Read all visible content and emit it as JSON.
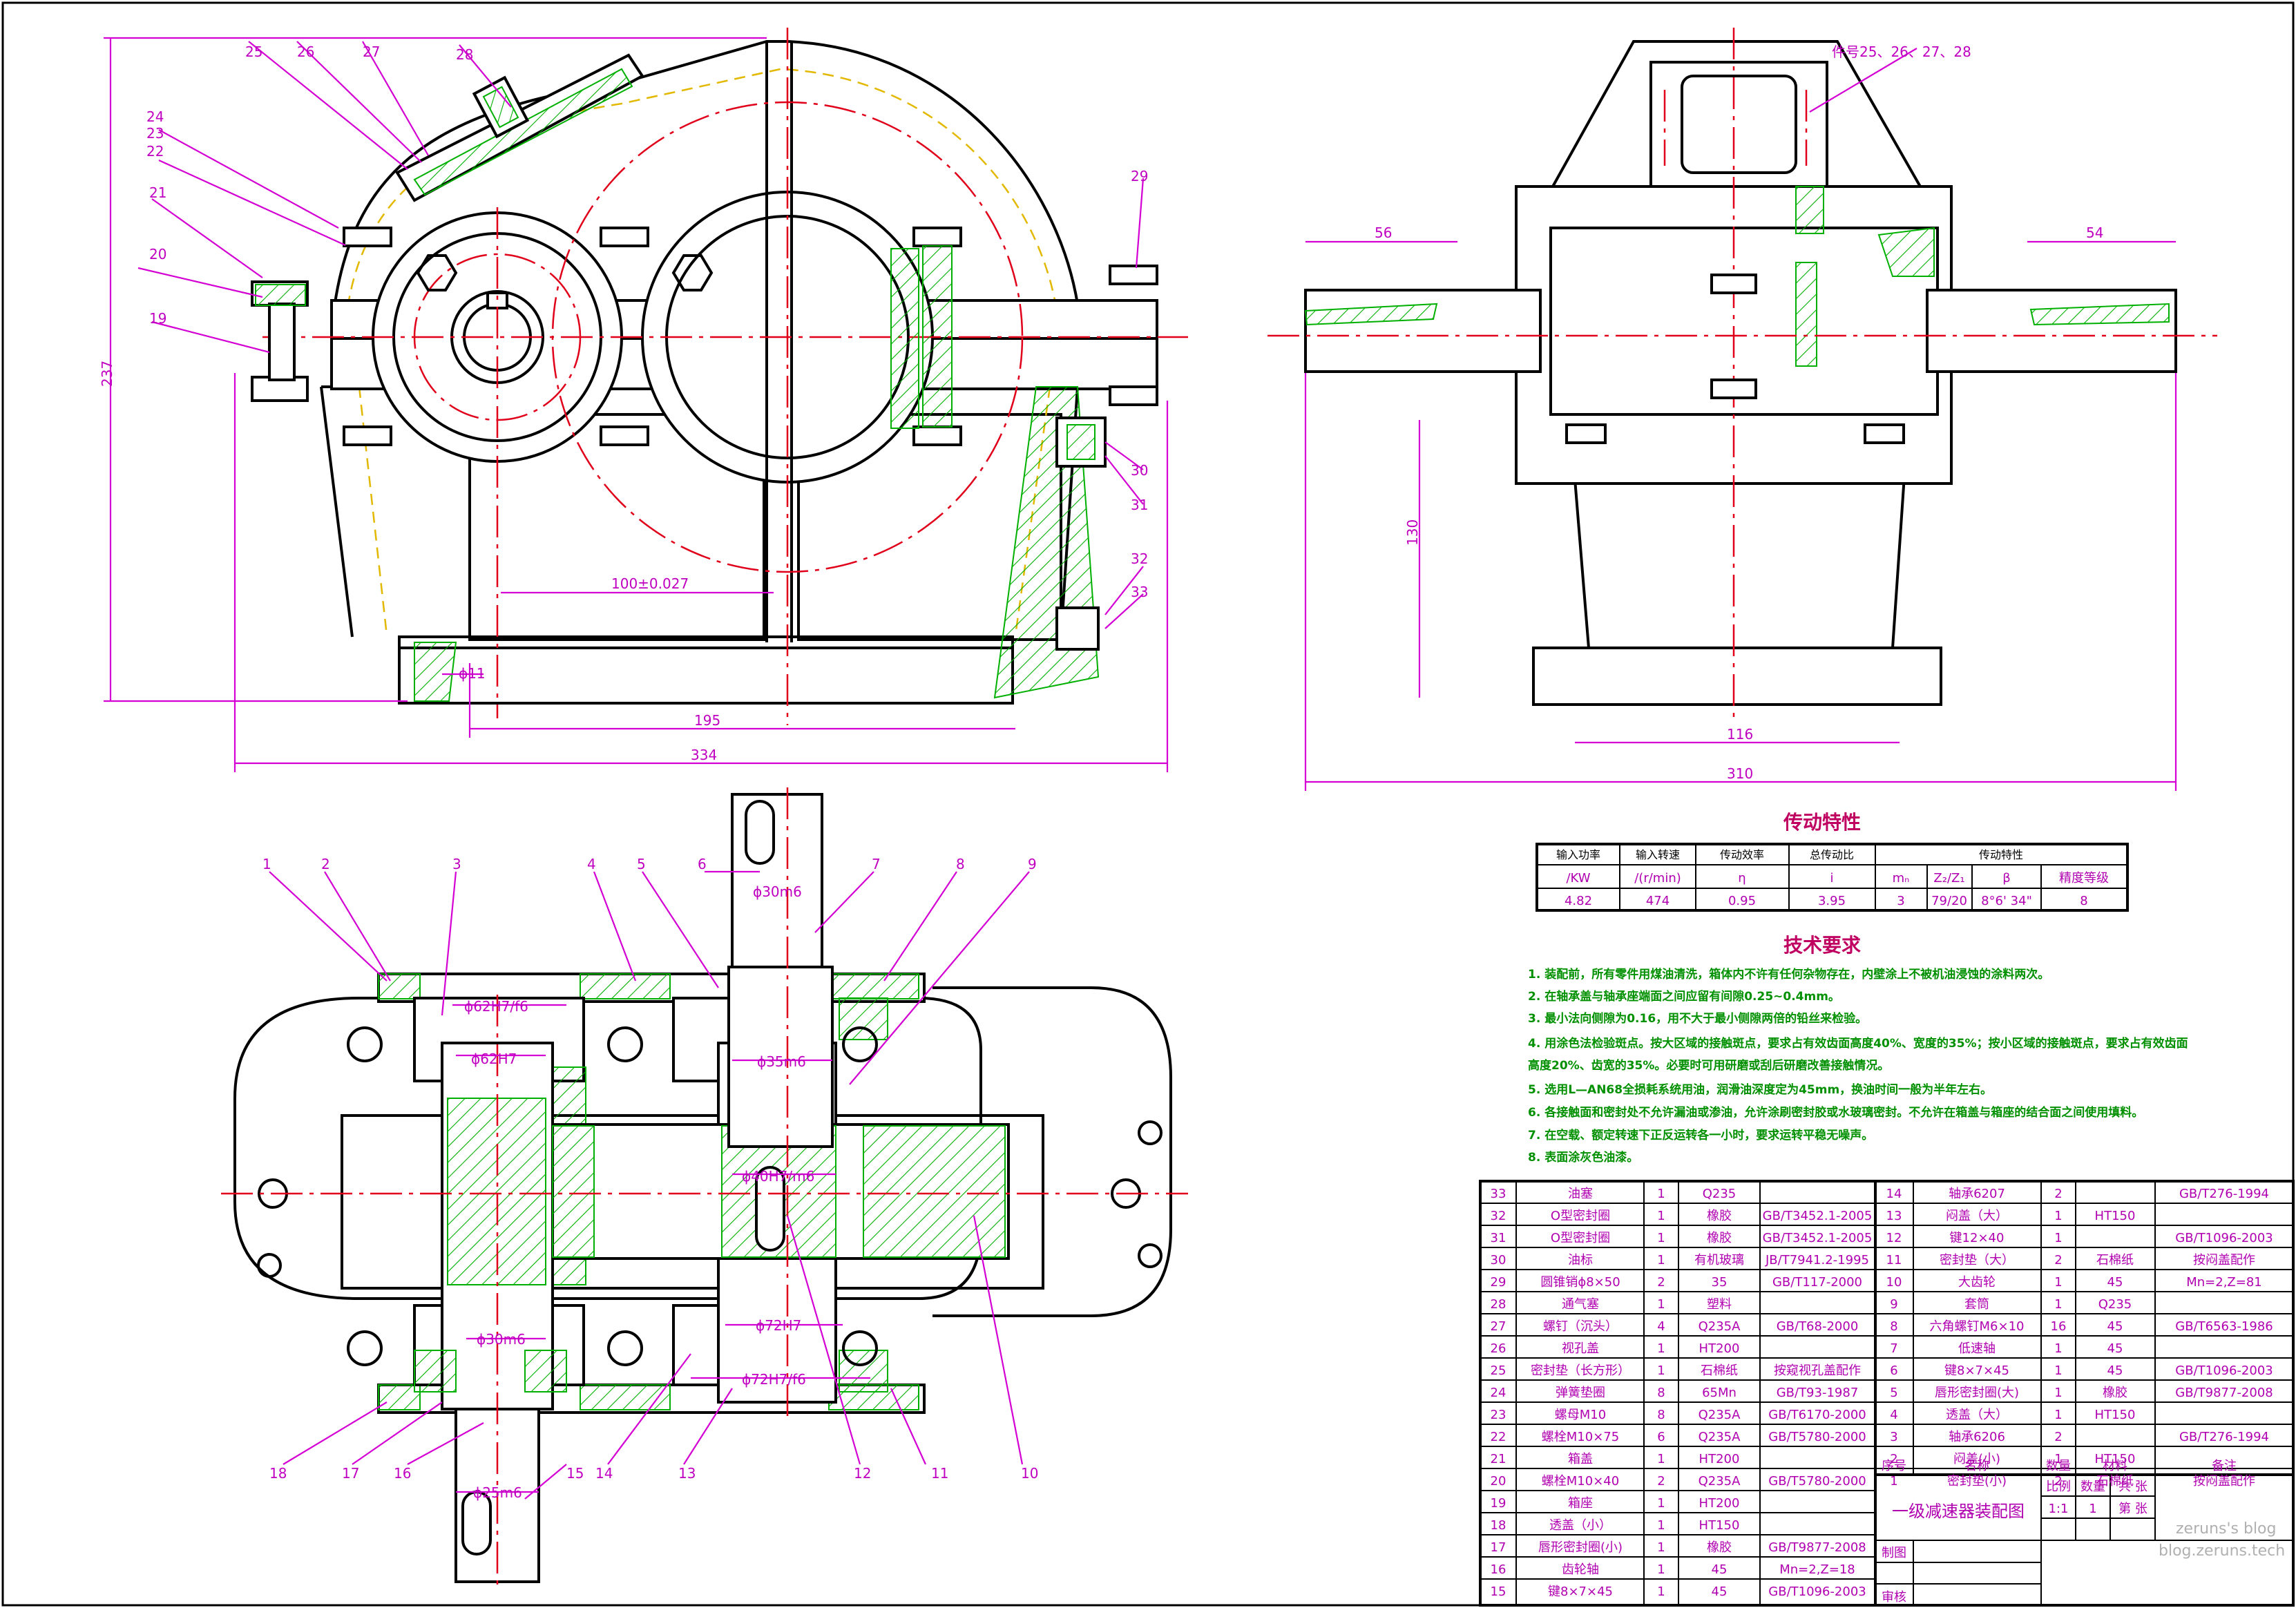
{
  "dims_front": {
    "height": "237",
    "center_dist": "100±0.027",
    "hole": "ϕ11",
    "base": "195",
    "overall": "334"
  },
  "dims_side": {
    "left_ext": "56",
    "right_ext": "54",
    "height": "130",
    "foot": "116",
    "overall": "310"
  },
  "front_leaders": [
    "25",
    "26",
    "27",
    "28",
    "24",
    "23",
    "22",
    "21",
    "20",
    "19",
    "29",
    "30",
    "31",
    "32",
    "33"
  ],
  "side_leader": "件号25、26、27、28",
  "plan_leaders_top": [
    "1",
    "2",
    "3",
    "4",
    "5",
    "6",
    "7",
    "8",
    "9"
  ],
  "plan_leaders_bottom": [
    "18",
    "17",
    "16",
    "15",
    "14",
    "13",
    "12",
    "11",
    "10"
  ],
  "plan_fits": [
    "ϕ62H7/f6",
    "ϕ62H7",
    "ϕ30m6",
    "ϕ35m6",
    "ϕ40H7/m6",
    "ϕ30m6",
    "ϕ72H7",
    "ϕ72H7/f6",
    "ϕ25m6"
  ],
  "char": {
    "title": "传动特性",
    "headers": [
      "输入功率",
      "输入转速",
      "传动效率",
      "总传动比",
      "传动特性"
    ],
    "units": [
      "/KW",
      "/(r/min)",
      "η",
      "i",
      "mₙ",
      "Z₂/Z₁",
      "β",
      "精度等级"
    ],
    "values": [
      "4.82",
      "474",
      "0.95",
      "3.95",
      "3",
      "79/20",
      "8°6' 34\"",
      "8"
    ]
  },
  "tech": {
    "title": "技术要求",
    "items": [
      "1. 装配前，所有零件用煤油清洗，箱体内不许有任何杂物存在，内壁涂上不被机油浸蚀的涂料两次。",
      "2. 在轴承盖与轴承座端面之间应留有间隙0.25~0.4mm。",
      "3. 最小法向侧隙为0.16，用不大于最小侧隙两倍的铅丝来检验。",
      "4. 用涂色法检验斑点。按大区域的接触斑点，要求占有效齿面高度40%、宽度的35%；按小区域的接触斑点，要求占有效齿面",
      "高度20%、齿宽的35%。必要时可用研磨或刮后研磨改善接触情况。",
      "5. 选用L—AN68全损耗系统用油，润滑油深度定为45mm，换油时间一般为半年左右。",
      "6. 各接触面和密封处不允许漏油或渗油，允许涂刷密封胶或水玻璃密封。不允许在箱盖与箱座的结合面之间使用填料。",
      "7. 在空载、额定转速下正反运转各一小时，要求运转平稳无噪声。",
      "8. 表面涂灰色油漆。"
    ]
  },
  "bom_left": [
    [
      "33",
      "油塞",
      "1",
      "Q235",
      ""
    ],
    [
      "32",
      "O型密封圈",
      "1",
      "橡胶",
      "GB/T3452.1-2005"
    ],
    [
      "31",
      "O型密封圈",
      "1",
      "橡胶",
      "GB/T3452.1-2005"
    ],
    [
      "30",
      "油标",
      "1",
      "有机玻璃",
      "JB/T7941.2-1995"
    ],
    [
      "29",
      "圆锥销ϕ8×50",
      "2",
      "35",
      "GB/T117-2000"
    ],
    [
      "28",
      "通气塞",
      "1",
      "塑料",
      ""
    ],
    [
      "27",
      "螺钉（沉头）",
      "4",
      "Q235A",
      "GB/T68-2000"
    ],
    [
      "26",
      "视孔盖",
      "1",
      "HT200",
      ""
    ],
    [
      "25",
      "密封垫（长方形）",
      "1",
      "石棉纸",
      "按窥视孔盖配作"
    ],
    [
      "24",
      "弹簧垫圈",
      "8",
      "65Mn",
      "GB/T93-1987"
    ],
    [
      "23",
      "螺母M10",
      "8",
      "Q235A",
      "GB/T6170-2000"
    ],
    [
      "22",
      "螺栓M10×75",
      "6",
      "Q235A",
      "GB/T5780-2000"
    ],
    [
      "21",
      "箱盖",
      "1",
      "HT200",
      ""
    ],
    [
      "20",
      "螺栓M10×40",
      "2",
      "Q235A",
      "GB/T5780-2000"
    ],
    [
      "19",
      "箱座",
      "1",
      "HT200",
      ""
    ],
    [
      "18",
      "透盖（小）",
      "1",
      "HT150",
      ""
    ],
    [
      "17",
      "唇形密封圈(小)",
      "1",
      "橡胶",
      "GB/T9877-2008"
    ],
    [
      "16",
      "齿轮轴",
      "1",
      "45",
      "Mn=2,Z=18"
    ],
    [
      "15",
      "键8×7×45",
      "1",
      "45",
      "GB/T1096-2003"
    ]
  ],
  "bom_right": [
    [
      "14",
      "轴承6207",
      "2",
      "",
      "GB/T276-1994"
    ],
    [
      "13",
      "闷盖（大）",
      "1",
      "HT150",
      ""
    ],
    [
      "12",
      "键12×40",
      "1",
      "",
      "GB/T1096-2003"
    ],
    [
      "11",
      "密封垫（大）",
      "2",
      "石棉纸",
      "按闷盖配作"
    ],
    [
      "10",
      "大齿轮",
      "1",
      "45",
      "Mn=2,Z=81"
    ],
    [
      "9",
      "套筒",
      "1",
      "Q235",
      ""
    ],
    [
      "8",
      "六角螺钉M6×10",
      "16",
      "45",
      "GB/T6563-1986"
    ],
    [
      "7",
      "低速轴",
      "1",
      "45",
      ""
    ],
    [
      "6",
      "键8×7×45",
      "1",
      "45",
      "GB/T1096-2003"
    ],
    [
      "5",
      "唇形密封圈(大)",
      "1",
      "橡胶",
      "GB/T9877-2008"
    ],
    [
      "4",
      "透盖（大）",
      "1",
      "HT150",
      ""
    ],
    [
      "3",
      "轴承6206",
      "2",
      "",
      "GB/T276-1994"
    ],
    [
      "2",
      "闷盖(小)",
      "1",
      "HT150",
      ""
    ],
    [
      "1",
      "密封垫(小)",
      "2",
      "石棉纸",
      "按闷盖配作"
    ]
  ],
  "bom_header": [
    "序号",
    "名称",
    "数量",
    "材料",
    "备注"
  ],
  "title_block": {
    "name": "一级减速器装配图",
    "scale_label": "比例",
    "qty_label": "数量",
    "scale": "1:1",
    "qty": "1",
    "sheets": "共 张",
    "sheet": "第 张",
    "draw": "制图",
    "check": "审核"
  },
  "watermark": [
    "zeruns's blog",
    "blog.zeruns.tech"
  ]
}
